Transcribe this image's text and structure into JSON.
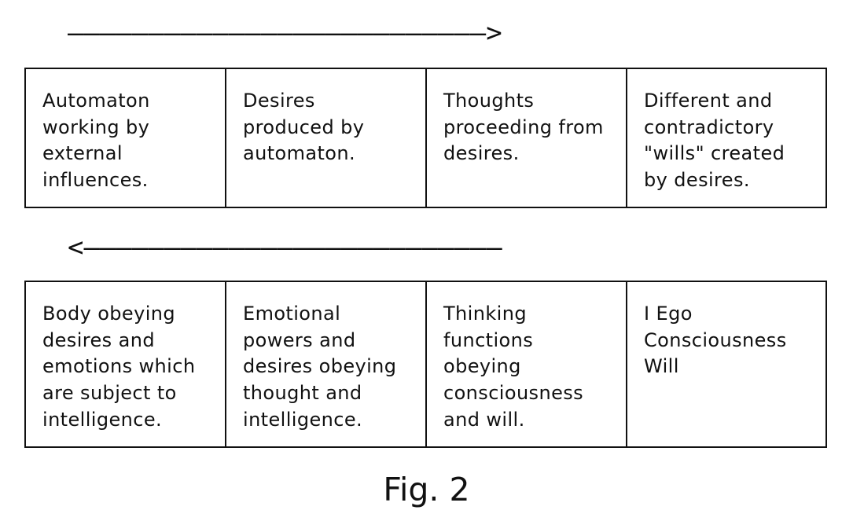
{
  "diagram": {
    "top_arrow": "——————————————————————————>",
    "bottom_arrow": "<——————————————————————————",
    "top_row": [
      {
        "text": "Automaton\nworking by\nexternal\ninfluences."
      },
      {
        "text": "Desires\nproduced by\nautomaton."
      },
      {
        "text": "Thoughts\nproceeding from\ndesires."
      },
      {
        "text": "Different and\ncontradictory\n\"wills\" created\nby desires."
      }
    ],
    "bottom_row": [
      {
        "text": "Body obeying\ndesires and\nemotions which\nare subject to\nintelligence."
      },
      {
        "text": "Emotional\npowers and\ndesires obeying\nthought and\nintelligence."
      },
      {
        "text": "Thinking\nfunctions\nobeying\nconsciousness\nand will."
      },
      {
        "text": "I Ego\nConsciousness\nWill"
      }
    ],
    "caption": "Fig. 2"
  }
}
